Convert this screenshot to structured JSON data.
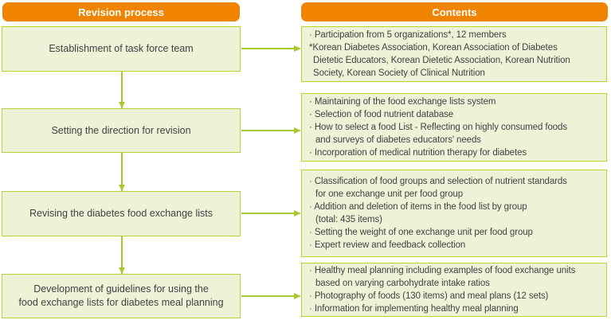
{
  "palette": {
    "header_bg": "#f08300",
    "header_text": "#ffffff",
    "box_fill": "#eef3d8",
    "box_border": "#b5d334",
    "arrow": "#a6ca2e",
    "body_text": "#414141"
  },
  "headers": {
    "process": "Revision process",
    "contents": "Contents"
  },
  "process_steps": [
    {
      "label": "Establishment of task force team"
    },
    {
      "label": "Setting the direction for revision"
    },
    {
      "label": "Revising the diabetes food exchange lists"
    },
    {
      "label": "Development of guidelines for using the\nfood exchange lists for diabetes meal planning"
    }
  ],
  "contents_boxes": [
    {
      "items": [
        "Participation from 5 organizations*, 12 members",
        "*Korean Diabetes Association, Korean Association of Diabetes\nDietetic Educators, Korean Dietetic Association, Korean Nutrition\nSociety, Korean Society of Clinical Nutrition"
      ]
    },
    {
      "items": [
        "Maintaining of the food exchange lists system",
        "Selection of food nutrient database",
        "How to select a food List - Reflecting on highly consumed foods\nand surveys of diabetes educators' needs",
        "Incorporation of medical nutrition therapy for diabetes"
      ]
    },
    {
      "items": [
        "Classification of food groups and selection of nutrient standards\nfor one exchange unit per food group",
        "Addition and deletion of items in the food list by group\n(total: 435 items)",
        "Setting the weight of one exchange unit per food group",
        "Expert review and feedback collection"
      ]
    },
    {
      "items": [
        "Healthy meal planning including examples of food exchange units\nbased on varying carbohydrate intake ratios",
        "Photography of foods (130 items) and meal plans (12 sets)",
        "Information for implementing healthy meal planning"
      ]
    }
  ]
}
